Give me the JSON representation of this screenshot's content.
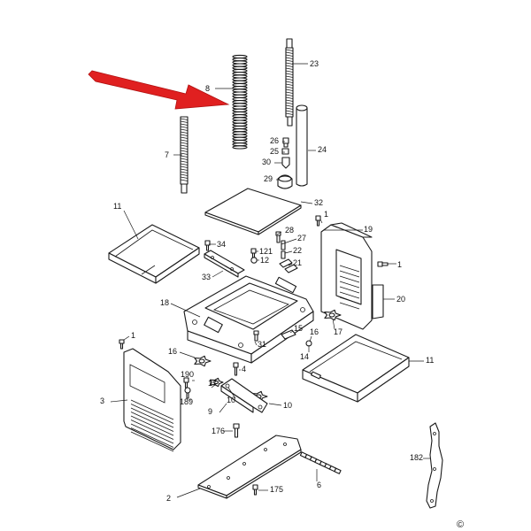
{
  "diagram": {
    "labels": [
      {
        "id": "p8",
        "text": "8"
      },
      {
        "id": "p23",
        "text": "23"
      },
      {
        "id": "p7",
        "text": "7"
      },
      {
        "id": "p26",
        "text": "26"
      },
      {
        "id": "p25",
        "text": "25"
      },
      {
        "id": "p24",
        "text": "24"
      },
      {
        "id": "p30",
        "text": "30"
      },
      {
        "id": "p29",
        "text": "29"
      },
      {
        "id": "p32",
        "text": "32"
      },
      {
        "id": "p11a",
        "text": "11"
      },
      {
        "id": "p1a",
        "text": "1"
      },
      {
        "id": "p28",
        "text": "28"
      },
      {
        "id": "p19",
        "text": "19"
      },
      {
        "id": "p34",
        "text": "34"
      },
      {
        "id": "p27",
        "text": "27"
      },
      {
        "id": "p121",
        "text": "121"
      },
      {
        "id": "p22",
        "text": "22"
      },
      {
        "id": "p12",
        "text": "12"
      },
      {
        "id": "p21",
        "text": "21"
      },
      {
        "id": "p1b",
        "text": "1"
      },
      {
        "id": "p33",
        "text": "33"
      },
      {
        "id": "p20",
        "text": "20"
      },
      {
        "id": "p18",
        "text": "18"
      },
      {
        "id": "p1c",
        "text": "1"
      },
      {
        "id": "p15",
        "text": "15"
      },
      {
        "id": "p16a",
        "text": "16"
      },
      {
        "id": "p17a",
        "text": "17"
      },
      {
        "id": "p31",
        "text": "31"
      },
      {
        "id": "p16b",
        "text": "16"
      },
      {
        "id": "p14",
        "text": "14"
      },
      {
        "id": "p11b",
        "text": "11"
      },
      {
        "id": "p4",
        "text": "4"
      },
      {
        "id": "p190",
        "text": "190"
      },
      {
        "id": "p17b",
        "text": "17"
      },
      {
        "id": "p3",
        "text": "3"
      },
      {
        "id": "p189",
        "text": "189"
      },
      {
        "id": "p10a",
        "text": "10"
      },
      {
        "id": "p10b",
        "text": "10"
      },
      {
        "id": "p9",
        "text": "9"
      },
      {
        "id": "p176",
        "text": "176"
      },
      {
        "id": "p182",
        "text": "182"
      },
      {
        "id": "p6",
        "text": "6"
      },
      {
        "id": "p2",
        "text": "2"
      },
      {
        "id": "p175",
        "text": "175"
      }
    ],
    "copyright_symbol": "©",
    "highlight_color": "#e02020",
    "line_color": "#1a1a1a"
  }
}
